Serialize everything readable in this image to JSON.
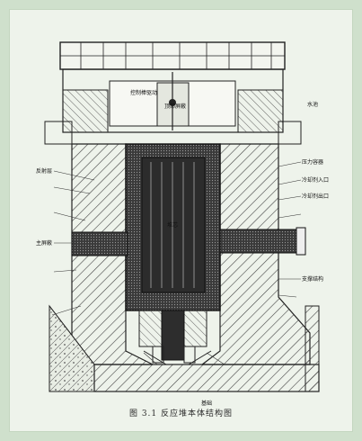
{
  "figure": {
    "caption": "图 3.1  反应堆本体结构图",
    "labels": [
      "顶部屏蔽",
      "控制棒驱动",
      "堆芯",
      "反射层",
      "压力容器",
      "冷却剂入口",
      "冷却剂出口",
      "主屏蔽",
      "支撑结构",
      "水池",
      "基础"
    ]
  }
}
